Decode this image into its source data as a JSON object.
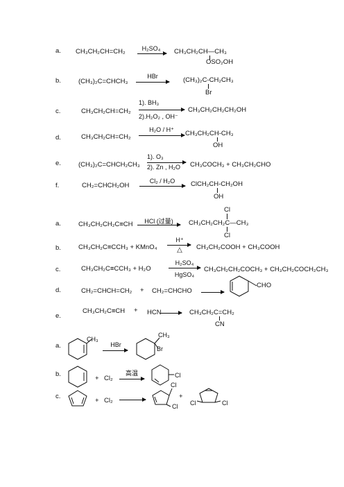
{
  "section1": {
    "rows": [
      {
        "label": "a.",
        "reactant": "CH₃CH₂CH=CH₂",
        "reagent_top": "H₂SO₄",
        "reagent_bottom": "",
        "product": "CH₃CH₂CH—CH₃",
        "product_sub": "OSO₂OH"
      },
      {
        "label": "b.",
        "reactant": "(CH₃)₂C=CHCH₃",
        "reagent_top": "HBr",
        "reagent_bottom": "",
        "product": "(CH₃)₂C-CH₂CH₃",
        "product_sub": "Br"
      },
      {
        "label": "c.",
        "reactant": "CH₃CH₂CH=CH₂",
        "reagent_top": "1). BH₃",
        "reagent_bottom": "2).H₂O₂ , OH⁻",
        "product": "CH₃CH₂CH₂CH₂OH",
        "product_sub": ""
      },
      {
        "label": "d.",
        "reactant": "CH₃CH₂CH=CH₂",
        "reagent_top": "H₂O / H⁺",
        "reagent_bottom": "",
        "product": "CH₃CH₂CH-CH₃",
        "product_sub": "OH"
      },
      {
        "label": "e.",
        "reactant": "(CH₃)₂C=CHCH₂CH₃",
        "reagent_top": "1). O₃",
        "reagent_bottom": "2). Zn , H₂O",
        "product": "CH₃COCH₃   +   CH₃CH₂CHO",
        "product_sub": ""
      },
      {
        "label": "f.",
        "reactant": "CH₂=CHCH₂OH",
        "reagent_top": "Cl₂ / H₂O",
        "reagent_bottom": "",
        "product": "ClCH₂CH-CH₂OH",
        "product_sub": "OH"
      }
    ]
  },
  "section2": {
    "a": {
      "label": "a.",
      "reactant": "CH₃CH₂CH₂C≡CH",
      "reagent": "HCl  (过量)",
      "product": "CH₃CH₂CH₂C—CH₃",
      "cl_top": "Cl",
      "cl_bottom": "Cl"
    },
    "b": {
      "label": "b.",
      "reactant": "CH₃CH₂C≡CCH₃   +   KMnO₄",
      "reagent_top": "H⁺",
      "reagent_bottom": "△",
      "product": "CH₃CH₂COOH   +   CH₃COOH"
    },
    "c": {
      "label": "c.",
      "reactant": "CH₃CH₂C≡CCH₃   +   H₂O",
      "reagent_top": "H₂SO₄",
      "reagent_bottom": "HgSO₄",
      "product": "CH₃CH₂CH₂COCH₃   +   CH₃CH₂COCH₂CH₃"
    },
    "d": {
      "label": "d.",
      "reactant": "CH₂=CHCH=CH₂",
      "plus": "+",
      "reactant2": "CH₂=CHCHO",
      "product_group": "CHO"
    },
    "e": {
      "label": "e.",
      "reactant": "CH₃CH₂C≡CH",
      "plus": "+",
      "reactant2": "HCN",
      "product": "CH₃CH₂C=CH₂",
      "product_sub": "CN"
    }
  },
  "section3": {
    "a": {
      "label": "a.",
      "substituent": "CH₃",
      "reagent": "HBr",
      "product_top": "CH₃",
      "product_bottom": "Br"
    },
    "b": {
      "label": "b.",
      "plus": "+",
      "reagent2": "Cl₂",
      "condition": "高温",
      "product_group": "Cl"
    },
    "c": {
      "label": "c.",
      "plus": "+",
      "reagent2": "Cl₂",
      "product_cl1": "Cl",
      "product_cl2": "Cl",
      "plus2": "+",
      "product2_cl1": "Cl",
      "product2_cl2": "Cl"
    }
  }
}
